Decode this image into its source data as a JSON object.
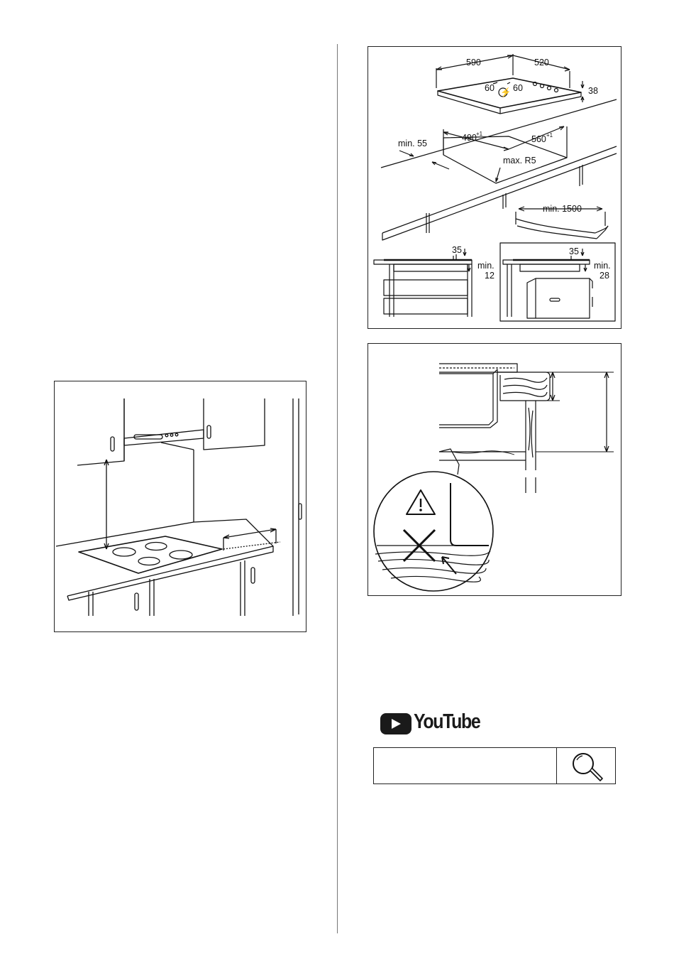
{
  "dimensions": {
    "hob_width": "590",
    "hob_depth": "520",
    "clear_left": "60",
    "clear_right": "60",
    "hob_height": "38",
    "cutout_width": "490",
    "cutout_width_tol": "+1",
    "cutout_depth": "560",
    "cutout_depth_tol": "+1",
    "min_edge": "min. 55",
    "max_radius": "max. R5",
    "cable_length": "min. 1500",
    "left_install": {
      "top": "35",
      "label": "min.",
      "value": "12"
    },
    "right_install": {
      "top": "35",
      "label": "min.",
      "value": "28"
    }
  },
  "youtube": {
    "logo_text": "YouTube",
    "search_placeholder": ""
  },
  "icons": {
    "play": "play-icon",
    "search": "magnifier-icon",
    "warning": "warning-triangle-icon",
    "prohibited": "cross-icon"
  }
}
